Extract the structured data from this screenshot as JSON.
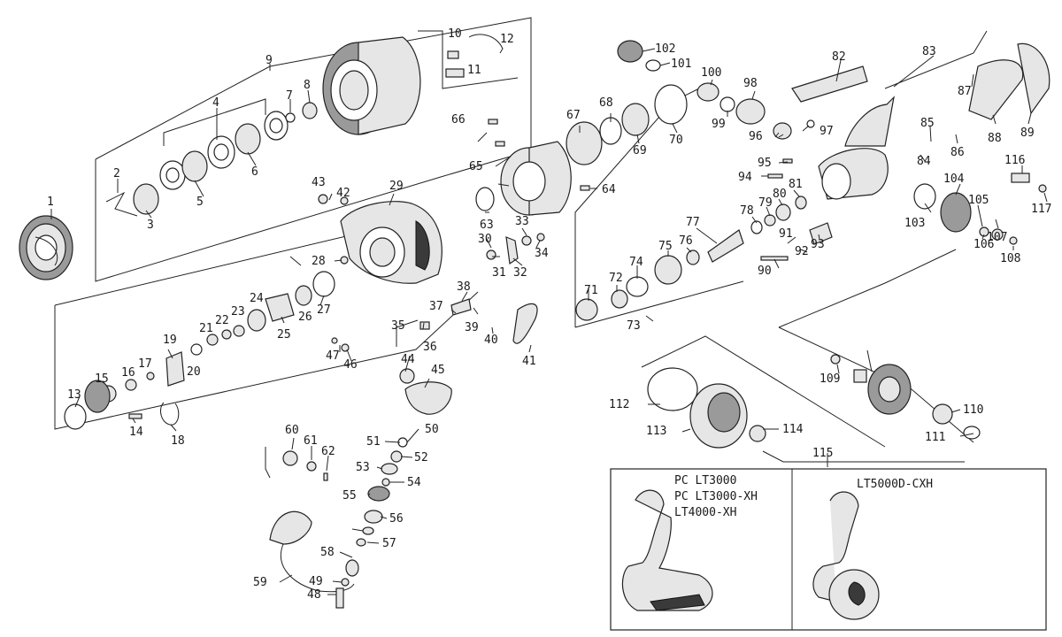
{
  "diagram": {
    "part_numbers": [
      "1",
      "2",
      "3",
      "4",
      "5",
      "6",
      "7",
      "8",
      "9",
      "10",
      "11",
      "12",
      "13",
      "14",
      "15",
      "16",
      "17",
      "18",
      "19",
      "20",
      "21",
      "22",
      "23",
      "24",
      "25",
      "26",
      "27",
      "28",
      "29",
      "30",
      "31",
      "32",
      "33",
      "34",
      "35",
      "36",
      "37",
      "38",
      "39",
      "40",
      "41",
      "42",
      "43",
      "44",
      "45",
      "46",
      "47",
      "48",
      "49",
      "50",
      "51",
      "52",
      "53",
      "54",
      "55",
      "56",
      "57",
      "58",
      "59",
      "60",
      "61",
      "62",
      "63",
      "64",
      "65",
      "66",
      "67",
      "68",
      "69",
      "70",
      "71",
      "72",
      "73",
      "74",
      "75",
      "76",
      "77",
      "78",
      "79",
      "80",
      "81",
      "82",
      "83",
      "84",
      "85",
      "86",
      "87",
      "88",
      "89",
      "90",
      "91",
      "92",
      "93",
      "94",
      "95",
      "96",
      "97",
      "98",
      "99",
      "100",
      "101",
      "102",
      "103",
      "104",
      "105",
      "106",
      "107",
      "108",
      "109",
      "110",
      "111",
      "112",
      "113",
      "114",
      "115",
      "116",
      "117"
    ],
    "handle_box_left_labels": [
      "PC  LT3000",
      "PC  LT3000-XH",
      "LT4000-XH"
    ],
    "handle_box_right_label": "LT5000D-CXH",
    "line_color": "#222222",
    "part_fill": "#e6e6e6"
  }
}
